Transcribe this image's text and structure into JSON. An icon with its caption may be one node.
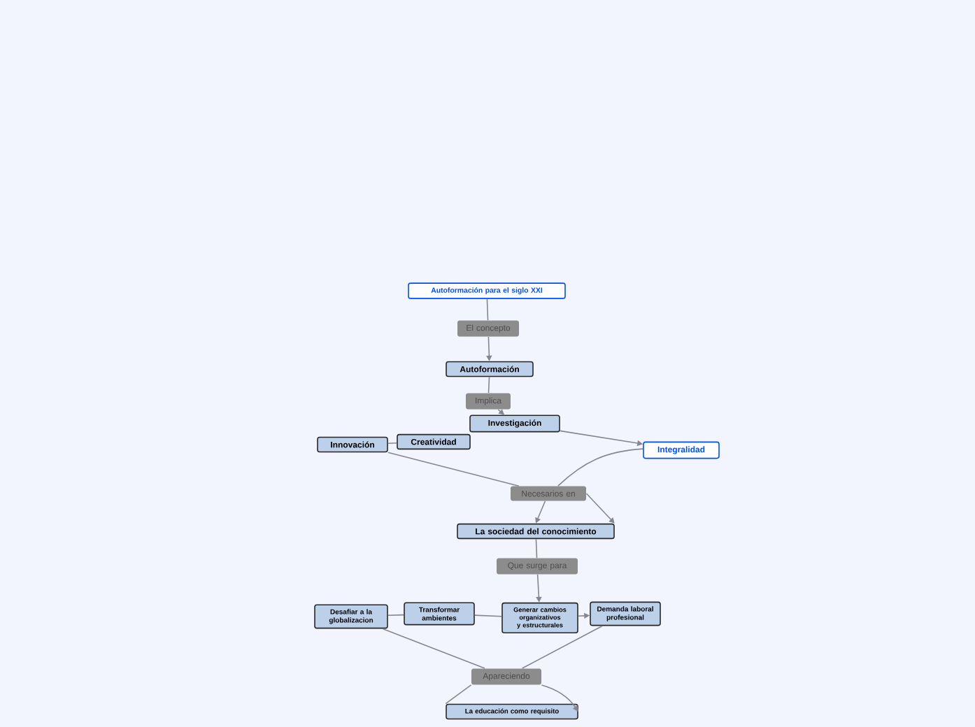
{
  "diagram": {
    "nodes": [
      {
        "text": [
          "Autoformación para el siglo XXI"
        ]
      },
      {
        "text": [
          "El concepto"
        ]
      },
      {
        "text": [
          "Autoformación"
        ]
      },
      {
        "text": [
          "Implica"
        ]
      },
      {
        "text": [
          "Investigación"
        ]
      },
      {
        "text": [
          "Innovación"
        ]
      },
      {
        "text": [
          "Creatividad"
        ]
      },
      {
        "text": [
          "Integralidad"
        ]
      },
      {
        "text": [
          "Necesarios en"
        ]
      },
      {
        "text": [
          "La sociedad del conocimiento"
        ]
      },
      {
        "text": [
          "Que surge para"
        ]
      },
      {
        "text": [
          "Desafiar a la globalizacion"
        ]
      },
      {
        "text": [
          "Transformar ambientes"
        ]
      },
      {
        "text": [
          "Generar cambios organizativos y estructurales"
        ]
      },
      {
        "text": [
          "Demanda laboral profesional"
        ]
      },
      {
        "text": [
          "Apareciendo"
        ]
      },
      {
        "text": [
          "La educación como requisito"
        ]
      }
    ],
    "edges": [
      {
        "from": 0,
        "to": 1,
        "arrow": "none"
      },
      {
        "from": 1,
        "to": 2,
        "arrow": "to"
      },
      {
        "from": 2,
        "to": 3,
        "arrow": "none"
      },
      {
        "from": 3,
        "to": 4,
        "arrow": "to"
      },
      {
        "from": 4,
        "to": 7,
        "arrow": "to"
      },
      {
        "from": 5,
        "to": 6,
        "arrow": "none"
      },
      {
        "from": 5,
        "to": 8,
        "arrow": "none"
      },
      {
        "from": 7,
        "to": 8,
        "arrow": "none"
      },
      {
        "from": 8,
        "to": 9,
        "arrow": "to"
      },
      {
        "from": 8,
        "to": 9,
        "arrow": "to"
      },
      {
        "from": 9,
        "to": 10,
        "arrow": "none"
      },
      {
        "from": 10,
        "to": 13,
        "arrow": "to"
      },
      {
        "from": 13,
        "to": 14,
        "arrow": "to"
      },
      {
        "from": 12,
        "to": 13,
        "arrow": "none"
      },
      {
        "from": 11,
        "to": 12,
        "arrow": "none"
      },
      {
        "from": 11,
        "to": 15,
        "arrow": "none"
      },
      {
        "from": 14,
        "to": 15,
        "arrow": "none"
      },
      {
        "from": 15,
        "to": 16,
        "arrow": "none"
      },
      {
        "from": 15,
        "to": 16,
        "arrow": "to"
      }
    ]
  }
}
